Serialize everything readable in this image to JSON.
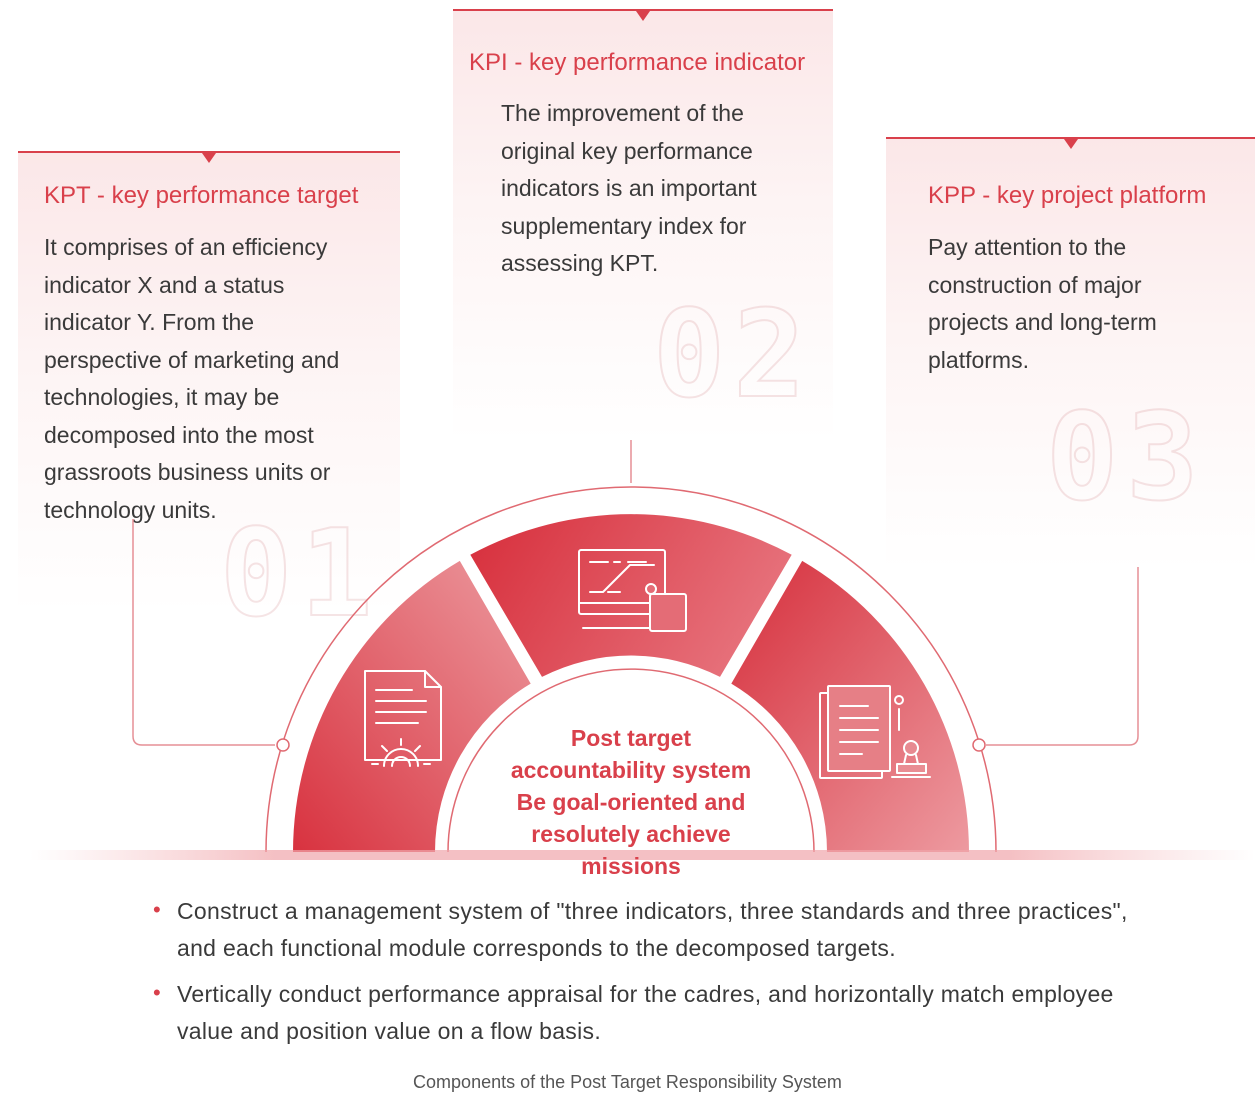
{
  "cards": [
    {
      "title": "KPT - key performance target",
      "body": "It comprises of an efficiency indicator X and a status indicator Y. From the perspective of marketing and technologies, it may be decomposed into the most grassroots business units or technology units.",
      "number": "01"
    },
    {
      "title": "KPI - key performance indicator",
      "body": "The improvement of the original key performance indicators is an important supplementary index for assessing KPT.",
      "number": "02"
    },
    {
      "title": "KPP - key project platform",
      "body": "Pay attention to the construction of major projects and long-term platforms.",
      "number": "03"
    }
  ],
  "center": {
    "line1": "Post target",
    "line2": "accountability system",
    "line3": "Be goal-oriented and",
    "line4": "resolutely achieve",
    "line5": "missions"
  },
  "segment_icons": [
    "document-gear-icon",
    "monitor-chart-icon",
    "document-stamp-icon"
  ],
  "bullets": [
    "Construct a management system of \"three indicators, three standards and three practices\", and each functional module corresponds to the decomposed targets.",
    "Vertically conduct performance appraisal for the cadres, and horizontally match employee value and position value on a flow basis."
  ],
  "caption": "Components of the Post Target Responsibility System",
  "colors": {
    "accent": "#d9404b",
    "text": "#3a3a3a"
  }
}
